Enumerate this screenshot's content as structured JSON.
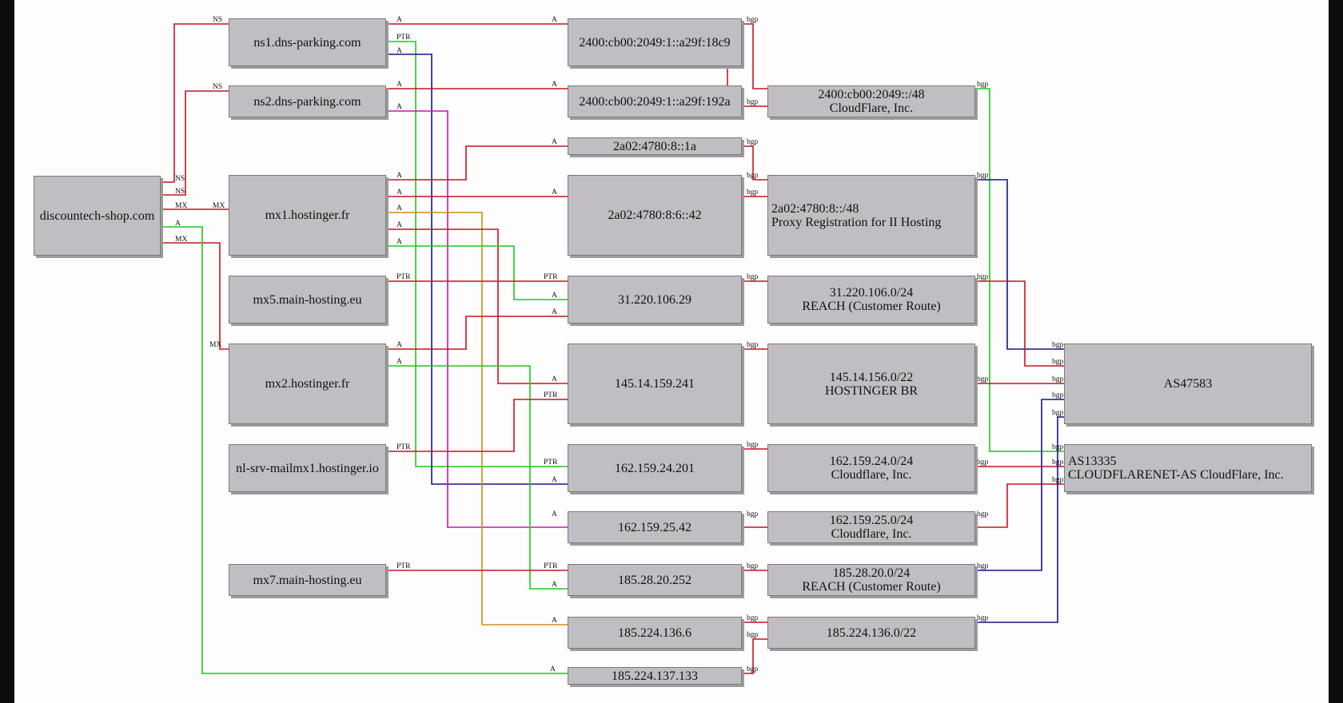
{
  "colors": {
    "red": "#c8141e",
    "green": "#1ec81e",
    "blue": "#14148c",
    "magenta": "#c814b4",
    "orange": "#d28c14",
    "node_fill": "#c0bec2",
    "background": "#fdfdfd"
  },
  "nodes": {
    "n_shop": {
      "lines": [
        "discountech-shop.com"
      ]
    },
    "n_ns1": {
      "lines": [
        "ns1.dns-parking.com"
      ]
    },
    "n_ns2": {
      "lines": [
        "ns2.dns-parking.com"
      ]
    },
    "n_mx1": {
      "lines": [
        "mx1.hostinger.fr"
      ]
    },
    "n_mx5": {
      "lines": [
        "mx5.main-hosting.eu"
      ]
    },
    "n_mx2": {
      "lines": [
        "mx2.hostinger.fr"
      ]
    },
    "n_nlsrv": {
      "lines": [
        "nl-srv-mailmx1.hostinger.io"
      ]
    },
    "n_mx7": {
      "lines": [
        "mx7.main-hosting.eu"
      ]
    },
    "n_ip6a": {
      "lines": [
        "2400:cb00:2049:1::a29f:18c9"
      ]
    },
    "n_ip6b": {
      "lines": [
        "2400:cb00:2049:1::a29f:192a"
      ]
    },
    "n_ip6c": {
      "lines": [
        "2a02:4780:8::1a"
      ]
    },
    "n_ip6d": {
      "lines": [
        "2a02:4780:8:6::42"
      ]
    },
    "n_ip31": {
      "lines": [
        "31.220.106.29"
      ]
    },
    "n_ip145": {
      "lines": [
        "145.14.159.241"
      ]
    },
    "n_ip162a": {
      "lines": [
        "162.159.24.201"
      ]
    },
    "n_ip162b": {
      "lines": [
        "162.159.25.42"
      ]
    },
    "n_ip185a": {
      "lines": [
        "185.28.20.252"
      ]
    },
    "n_ip185b": {
      "lines": [
        "185.224.136.6"
      ]
    },
    "n_ip185c": {
      "lines": [
        "185.224.137.133"
      ]
    },
    "n_p2400": {
      "lines": [
        "2400:cb00:2049::/48",
        "CloudFlare, Inc."
      ]
    },
    "n_p2a02": {
      "lines": [
        "2a02:4780:8::/48",
        "Proxy Registration for II Hosting"
      ]
    },
    "n_p31": {
      "lines": [
        "31.220.106.0/24",
        "REACH (Customer Route)"
      ]
    },
    "n_p145": {
      "lines": [
        "145.14.156.0/22",
        "HOSTINGER BR"
      ]
    },
    "n_p162a": {
      "lines": [
        "162.159.24.0/24",
        "Cloudflare, Inc."
      ]
    },
    "n_p162b": {
      "lines": [
        "162.159.25.0/24",
        "Cloudflare, Inc."
      ]
    },
    "n_p185a": {
      "lines": [
        "185.28.20.0/24",
        "REACH (Customer Route)"
      ]
    },
    "n_p185b": {
      "lines": [
        "185.224.136.0/22"
      ]
    },
    "n_as47583": {
      "lines": [
        "AS47583"
      ]
    },
    "n_as13335": {
      "lines": [
        "AS13335",
        "CLOUDFLARENET-AS CloudFlare, Inc."
      ]
    }
  },
  "edges": [
    {
      "from": "discountech-shop.com",
      "to": "ns1.dns-parking.com",
      "type": "NS",
      "color": "red"
    },
    {
      "from": "discountech-shop.com",
      "to": "ns2.dns-parking.com",
      "type": "NS",
      "color": "red"
    },
    {
      "from": "discountech-shop.com",
      "to": "mx1.hostinger.fr",
      "type": "MX",
      "color": "red"
    },
    {
      "from": "discountech-shop.com",
      "to": "mx2.hostinger.fr",
      "type": "MX",
      "color": "red"
    },
    {
      "from": "discountech-shop.com",
      "to": "185.224.137.133",
      "type": "A",
      "color": "green"
    },
    {
      "from": "ns1.dns-parking.com",
      "to": "2400:cb00:2049:1::a29f:18c9",
      "type": "A",
      "color": "red"
    },
    {
      "from": "ns1.dns-parking.com",
      "to": "162.159.24.201",
      "type": "PTR",
      "color": "green"
    },
    {
      "from": "ns1.dns-parking.com",
      "to": "162.159.24.201",
      "type": "A",
      "color": "blue"
    },
    {
      "from": "ns2.dns-parking.com",
      "to": "2400:cb00:2049:1::a29f:192a",
      "type": "A",
      "color": "red"
    },
    {
      "from": "ns2.dns-parking.com",
      "to": "162.159.25.42",
      "type": "A",
      "color": "magenta"
    },
    {
      "from": "mx1.hostinger.fr",
      "to": "2a02:4780:8::1a",
      "type": "A",
      "color": "red"
    },
    {
      "from": "mx1.hostinger.fr",
      "to": "2a02:4780:8:6::42",
      "type": "A",
      "color": "red"
    },
    {
      "from": "mx1.hostinger.fr",
      "to": "185.224.136.6",
      "type": "A",
      "color": "orange"
    },
    {
      "from": "mx1.hostinger.fr",
      "to": "145.14.159.241",
      "type": "A",
      "color": "red"
    },
    {
      "from": "mx1.hostinger.fr",
      "to": "31.220.106.29",
      "type": "A",
      "color": "green"
    },
    {
      "from": "mx5.main-hosting.eu",
      "to": "31.220.106.29",
      "type": "PTR",
      "color": "red"
    },
    {
      "from": "mx2.hostinger.fr",
      "to": "31.220.106.29",
      "type": "A",
      "color": "red"
    },
    {
      "from": "mx2.hostinger.fr",
      "to": "185.28.20.252",
      "type": "A",
      "color": "green"
    },
    {
      "from": "nl-srv-mailmx1.hostinger.io",
      "to": "145.14.159.241",
      "type": "PTR",
      "color": "red"
    },
    {
      "from": "mx7.main-hosting.eu",
      "to": "185.28.20.252",
      "type": "PTR",
      "color": "red"
    },
    {
      "from": "2400:cb00:2049:1::a29f:18c9",
      "to": "2400:cb00:2049::/48",
      "type": "bgp",
      "color": "red"
    },
    {
      "from": "2400:cb00:2049:1::a29f:192a",
      "to": "2400:cb00:2049::/48",
      "type": "bgp",
      "color": "red"
    },
    {
      "from": "2a02:4780:8::1a",
      "to": "2a02:4780:8::/48",
      "type": "bgp",
      "color": "red"
    },
    {
      "from": "2a02:4780:8:6::42",
      "to": "2a02:4780:8::/48",
      "type": "bgp",
      "color": "red"
    },
    {
      "from": "31.220.106.29",
      "to": "31.220.106.0/24",
      "type": "bgp",
      "color": "red"
    },
    {
      "from": "145.14.159.241",
      "to": "145.14.156.0/22",
      "type": "bgp",
      "color": "red"
    },
    {
      "from": "162.159.24.201",
      "to": "162.159.24.0/24",
      "type": "bgp",
      "color": "red"
    },
    {
      "from": "162.159.25.42",
      "to": "162.159.25.0/24",
      "type": "bgp",
      "color": "red"
    },
    {
      "from": "185.28.20.252",
      "to": "185.28.20.0/24",
      "type": "bgp",
      "color": "red"
    },
    {
      "from": "185.224.136.6",
      "to": "185.224.136.0/22",
      "type": "bgp",
      "color": "red"
    },
    {
      "from": "185.224.137.133",
      "to": "185.224.136.0/22",
      "type": "bgp",
      "color": "red"
    },
    {
      "from": "2400:cb00:2049::/48",
      "to": "AS13335",
      "type": "bgp",
      "color": "green"
    },
    {
      "from": "2a02:4780:8::/48",
      "to": "AS47583",
      "type": "bgp",
      "color": "blue"
    },
    {
      "from": "31.220.106.0/24",
      "to": "AS47583",
      "type": "bgp",
      "color": "red"
    },
    {
      "from": "145.14.156.0/22",
      "to": "AS47583",
      "type": "bgp",
      "color": "red"
    },
    {
      "from": "162.159.24.0/24",
      "to": "AS13335",
      "type": "bgp",
      "color": "red"
    },
    {
      "from": "162.159.25.0/24",
      "to": "AS13335",
      "type": "bgp",
      "color": "red"
    },
    {
      "from": "185.28.20.0/24",
      "to": "AS47583",
      "type": "bgp",
      "color": "blue"
    },
    {
      "from": "185.224.136.0/22",
      "to": "AS47583",
      "type": "bgp",
      "color": "blue"
    }
  ]
}
